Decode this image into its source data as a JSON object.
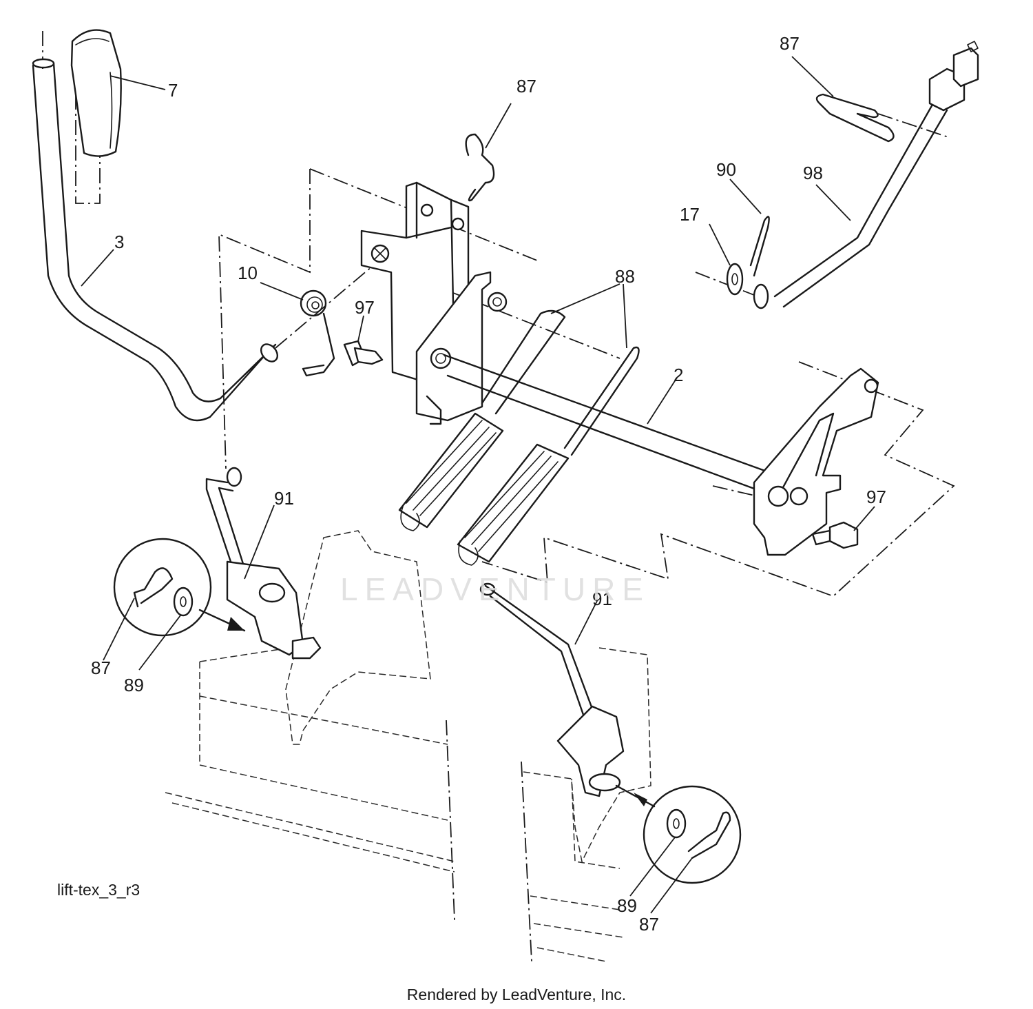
{
  "diagram": {
    "code": "lift-tex_3_r3",
    "credit": "Rendered by LeadVenture, Inc.",
    "watermark": "LEADVENTURE"
  },
  "callouts": [
    {
      "id": "c7",
      "label": "7"
    },
    {
      "id": "c87-top-center",
      "label": "87"
    },
    {
      "id": "c87-top-right",
      "label": "87"
    },
    {
      "id": "c3",
      "label": "3"
    },
    {
      "id": "c10",
      "label": "10"
    },
    {
      "id": "c97-left",
      "label": "97"
    },
    {
      "id": "c88",
      "label": "88"
    },
    {
      "id": "c90",
      "label": "90"
    },
    {
      "id": "c98",
      "label": "98"
    },
    {
      "id": "c17",
      "label": "17"
    },
    {
      "id": "c2",
      "label": "2"
    },
    {
      "id": "c97-right",
      "label": "97"
    },
    {
      "id": "c91-left",
      "label": "91"
    },
    {
      "id": "c91-right",
      "label": "91"
    },
    {
      "id": "c87-left-detail",
      "label": "87"
    },
    {
      "id": "c89-left-detail",
      "label": "89"
    },
    {
      "id": "c89-right-detail",
      "label": "89"
    },
    {
      "id": "c87-right-detail",
      "label": "87"
    }
  ]
}
